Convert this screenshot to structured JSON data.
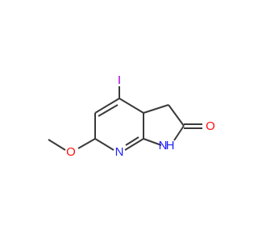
{
  "molecule": {
    "atoms": {
      "iodine": "I",
      "methoxy_oxygen": "O",
      "ring_nitrogen": "N",
      "amide_nitrogen": "N",
      "amide_hydrogen": "H",
      "carbonyl_oxygen": "O"
    },
    "colors": {
      "bond": "#3a3a3a",
      "iodine": "#9400d3",
      "oxygen": "#ff0d0d",
      "nitrogen": "#2020ff"
    }
  }
}
